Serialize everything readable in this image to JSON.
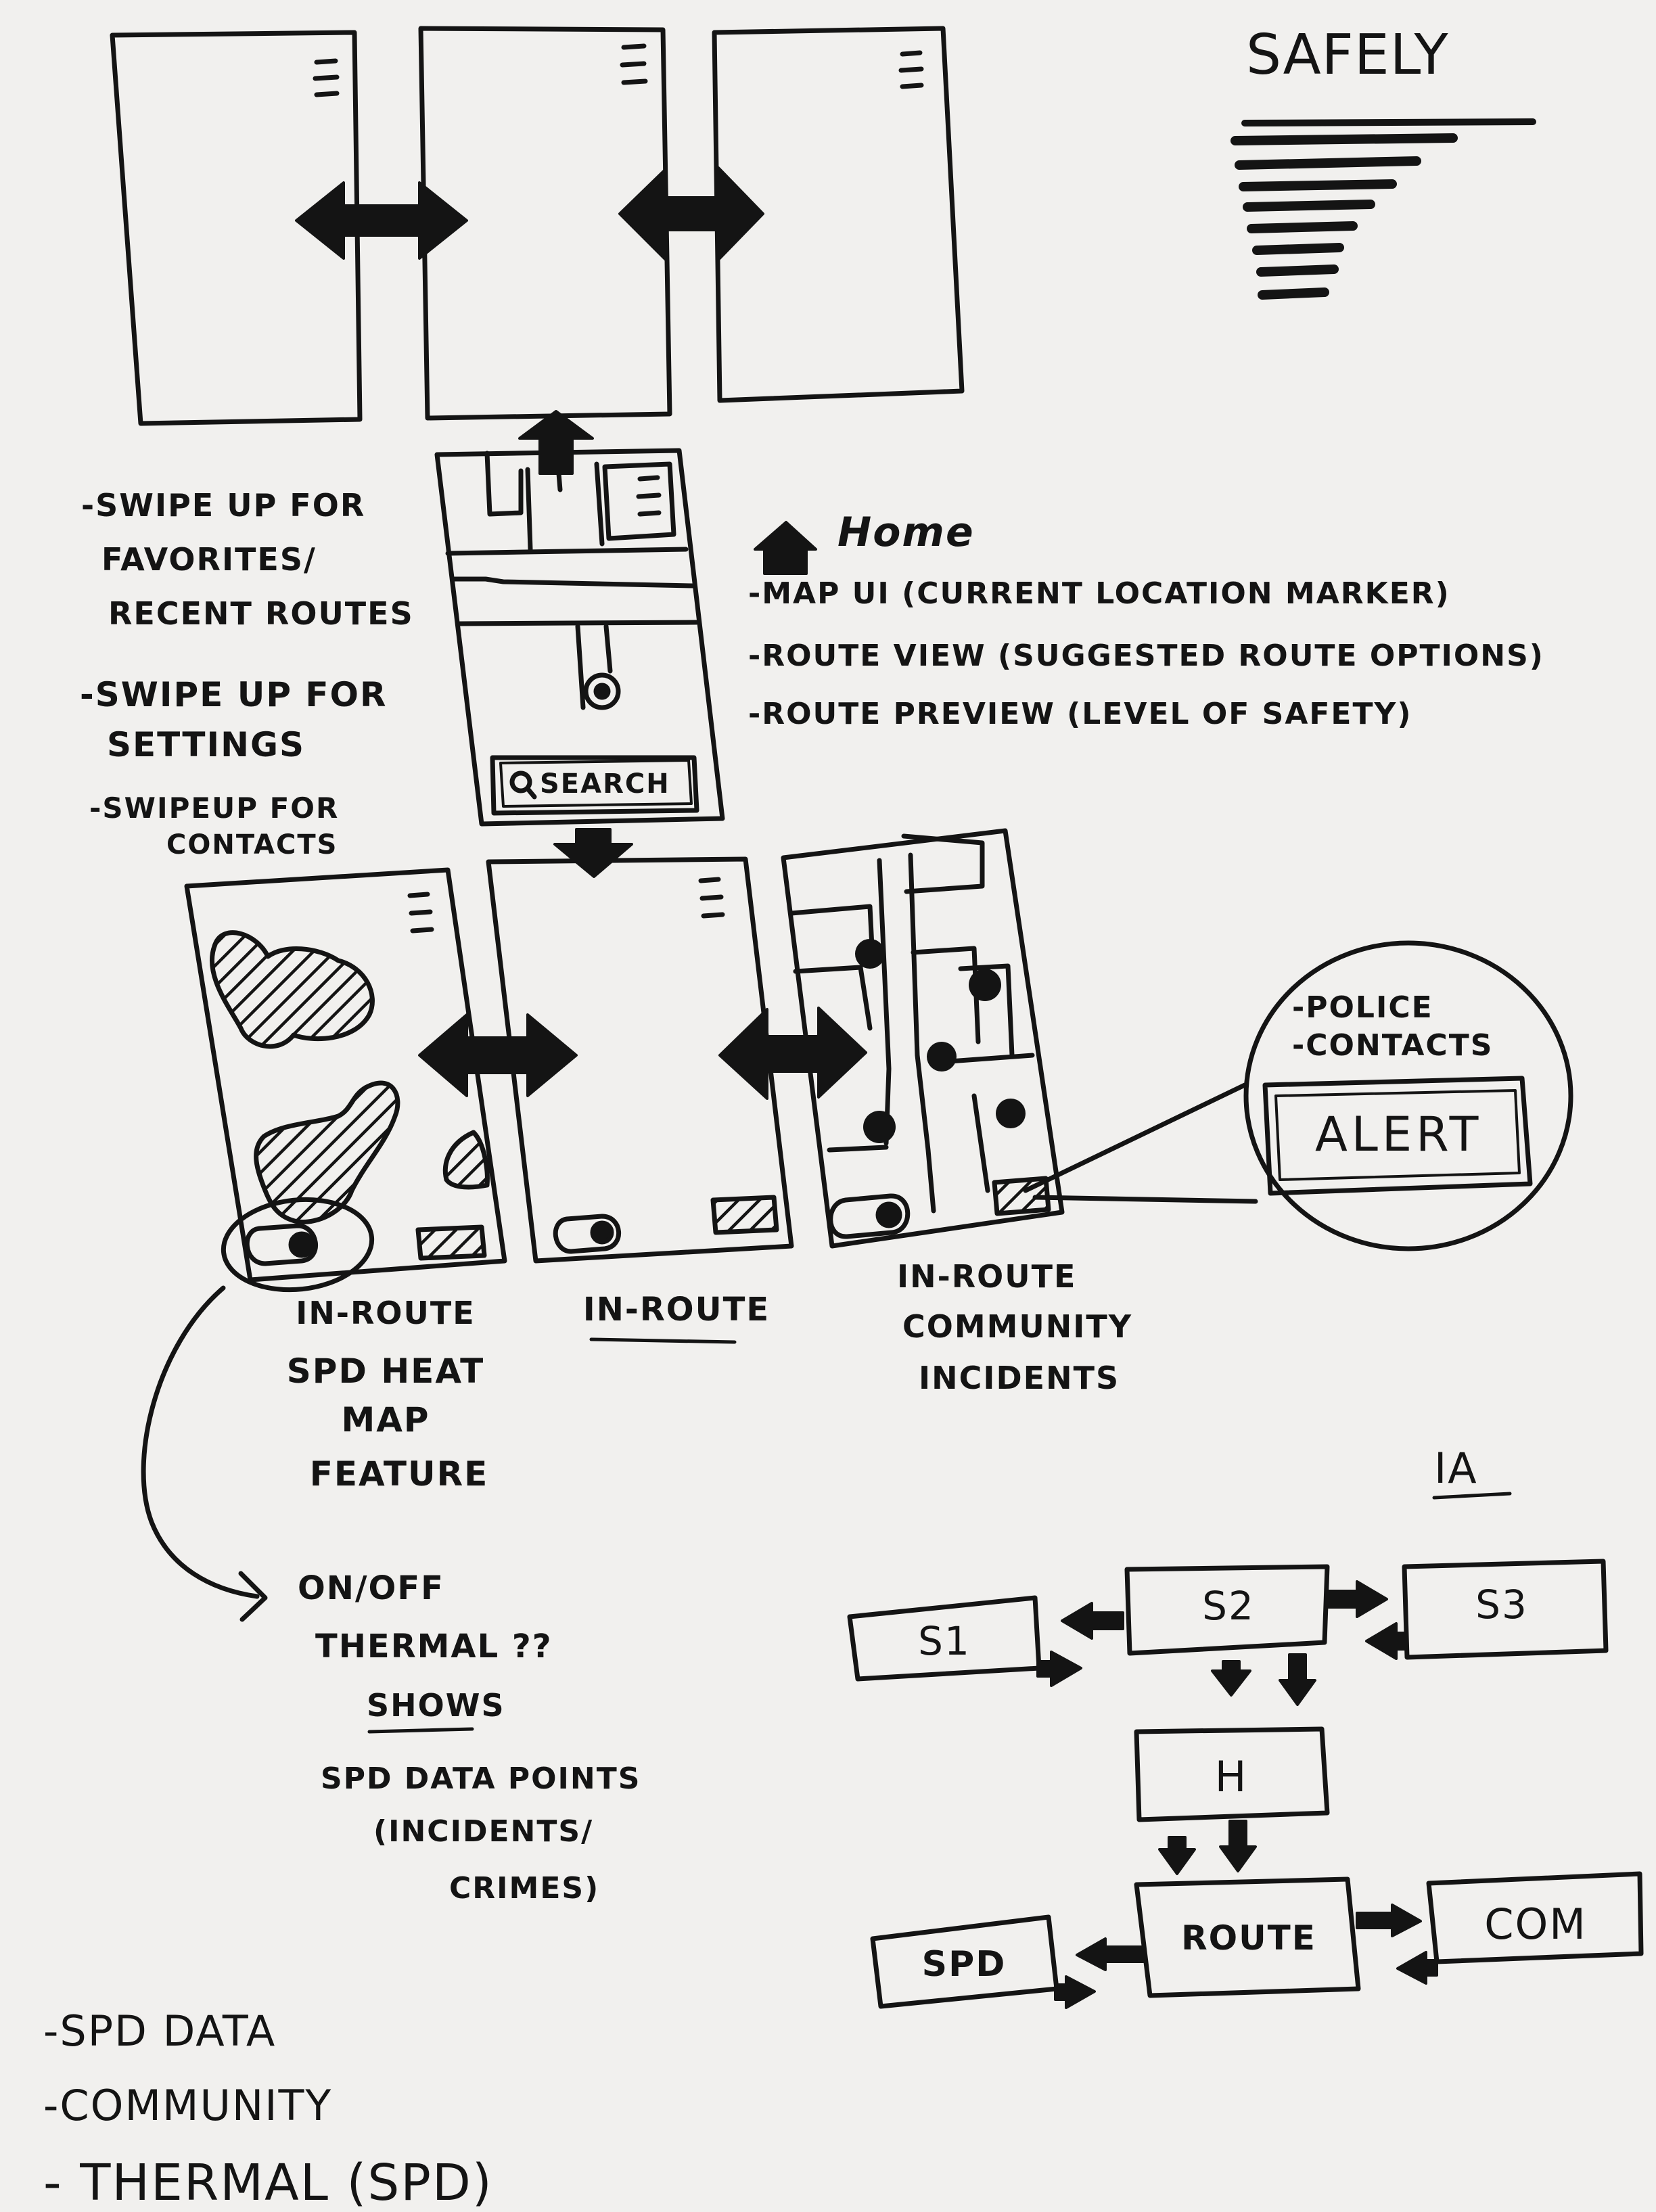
{
  "logo": {
    "title": "SAFELY"
  },
  "search": {
    "label": "SEARCH"
  },
  "home": {
    "title": "Home",
    "notes": [
      "-MAP UI (CURRENT LOCATION MARKER)",
      "-ROUTE VIEW (SUGGESTED ROUTE OPTIONS)",
      "-ROUTE PREVIEW (LEVEL OF SAFETY)"
    ]
  },
  "swipe_notes": {
    "favorites": [
      "-SWIPE UP FOR",
      "FAVORITES/",
      "RECENT ROUTES"
    ],
    "settings": [
      "-SWIPE UP FOR",
      "SETTINGS"
    ],
    "contacts": [
      "-SWIPEUP FOR",
      "CONTACTS"
    ]
  },
  "alert_bubble": {
    "items": [
      "-POLICE",
      "-CONTACTS"
    ],
    "button": "ALERT"
  },
  "captions": {
    "heatmap": [
      "IN-ROUTE",
      "SPD HEAT",
      "MAP",
      "FEATURE"
    ],
    "inroute": "IN-ROUTE",
    "community": [
      "IN-ROUTE",
      "COMMUNITY",
      "INCIDENTS"
    ]
  },
  "toggle_note": [
    "ON/OFF",
    "THERMAL ??",
    "SHOWS",
    "SPD DATA POINTS",
    "(INCIDENTS/",
    "CRIMES)"
  ],
  "ia": {
    "title": "IA",
    "nodes": {
      "s1": "S1",
      "s2": "S2",
      "s3": "S3",
      "h": "H",
      "route": "ROUTE",
      "spd": "SPD",
      "com": "COM"
    }
  },
  "bottom_list": [
    "-SPD DATA",
    "-COMMUNITY",
    "- THERMAL (SPD)"
  ],
  "colors": {
    "ink": "#141414",
    "paper": "#f1f0ee"
  }
}
